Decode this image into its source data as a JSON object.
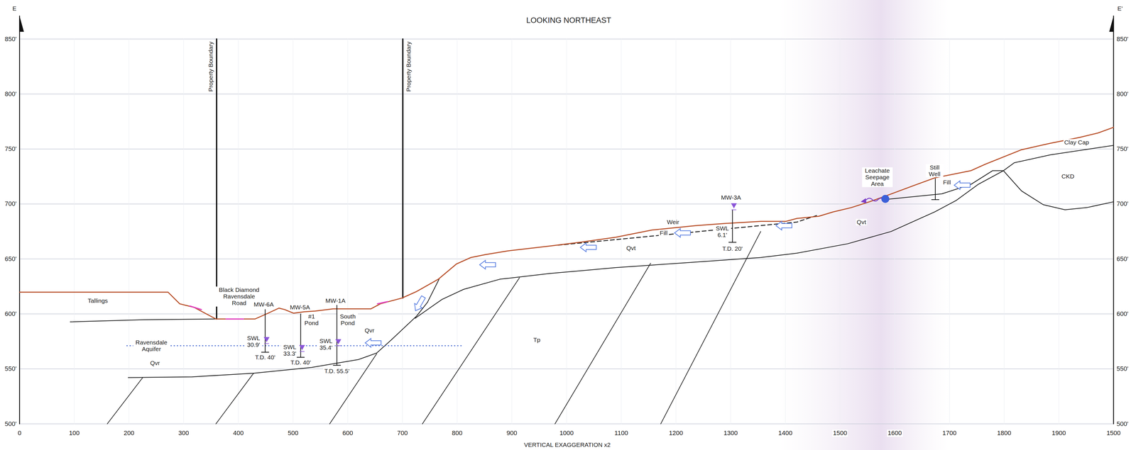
{
  "diagram": {
    "title": "LOOKING NORTHEAST",
    "labels": [
      "E",
      "E'",
      "850'",
      "800'",
      "750'",
      "700'",
      "650'",
      "600'",
      "550'",
      "500'",
      "850'",
      "800'",
      "750'",
      "700'",
      "650'",
      "600'",
      "550'",
      "500'",
      "0",
      "100",
      "200",
      "300",
      "400",
      "500",
      "600",
      "700",
      "800",
      "900",
      "1000",
      "1100",
      "1200",
      "1300",
      "1400",
      "1500",
      "1600",
      "1700",
      "1800",
      "1900",
      "1500",
      "VERTICAL EXAGGERATION x2",
      "Property Boundary",
      "Property Boundary",
      "Tallings",
      "Black Diamond Ravensdale Road",
      "MW-6A",
      "MW-5A",
      "#1 Pond",
      "MW-1A",
      "South Pond",
      "Ravensdale Aquifer",
      "Qvr",
      "Qvr",
      "SWL 30.9'",
      "SWL 33.3'",
      "SWL 35.4'",
      "T.D. 40'",
      "T.D. 40'",
      "T.D. 55.5'",
      "Tp",
      "Qvt",
      "Qvt",
      "Weir",
      "Fill",
      "MW-3A",
      "SWL 6.1'",
      "T.D. 20'",
      "Leachate Seepage Area",
      "Still Well",
      "Fill",
      "Clay Cap",
      "CKD"
    ]
  }
}
